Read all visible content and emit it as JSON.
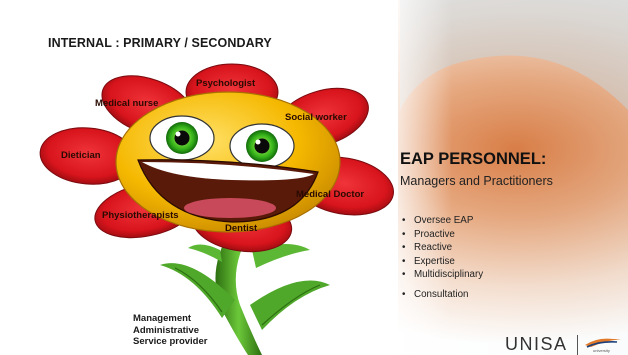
{
  "slide": {
    "title": "INTERNAL : PRIMARY / SECONDARY",
    "petals": {
      "psychologist": "Psychologist",
      "medical_nurse": "Medical nurse",
      "social_worker": "Social worker",
      "dietician": "Dietician",
      "medical_doctor": "Medical Doctor",
      "physiotherapists": "Physiotherapists",
      "dentist": "Dentist"
    },
    "bottom_labels": [
      "Management",
      "Administrative",
      "Service provider"
    ],
    "eap": {
      "heading": "EAP PERSONNEL:",
      "subheading": "Managers and Practitioners",
      "bullets": [
        "Oversee EAP",
        "Proactive",
        "Reactive",
        "Expertise",
        "Multidisciplinary",
        "Consultation"
      ]
    },
    "logo": {
      "name": "UNISA",
      "tagline": "university"
    }
  },
  "colors": {
    "petal": "#d8141c",
    "petal_dark": "#8c0a0e",
    "face": "#f5b800",
    "stem": "#3f8f1c",
    "background_glow": "#d9793f"
  },
  "icons": {
    "logo_mark": "unisa-flag-icon"
  }
}
